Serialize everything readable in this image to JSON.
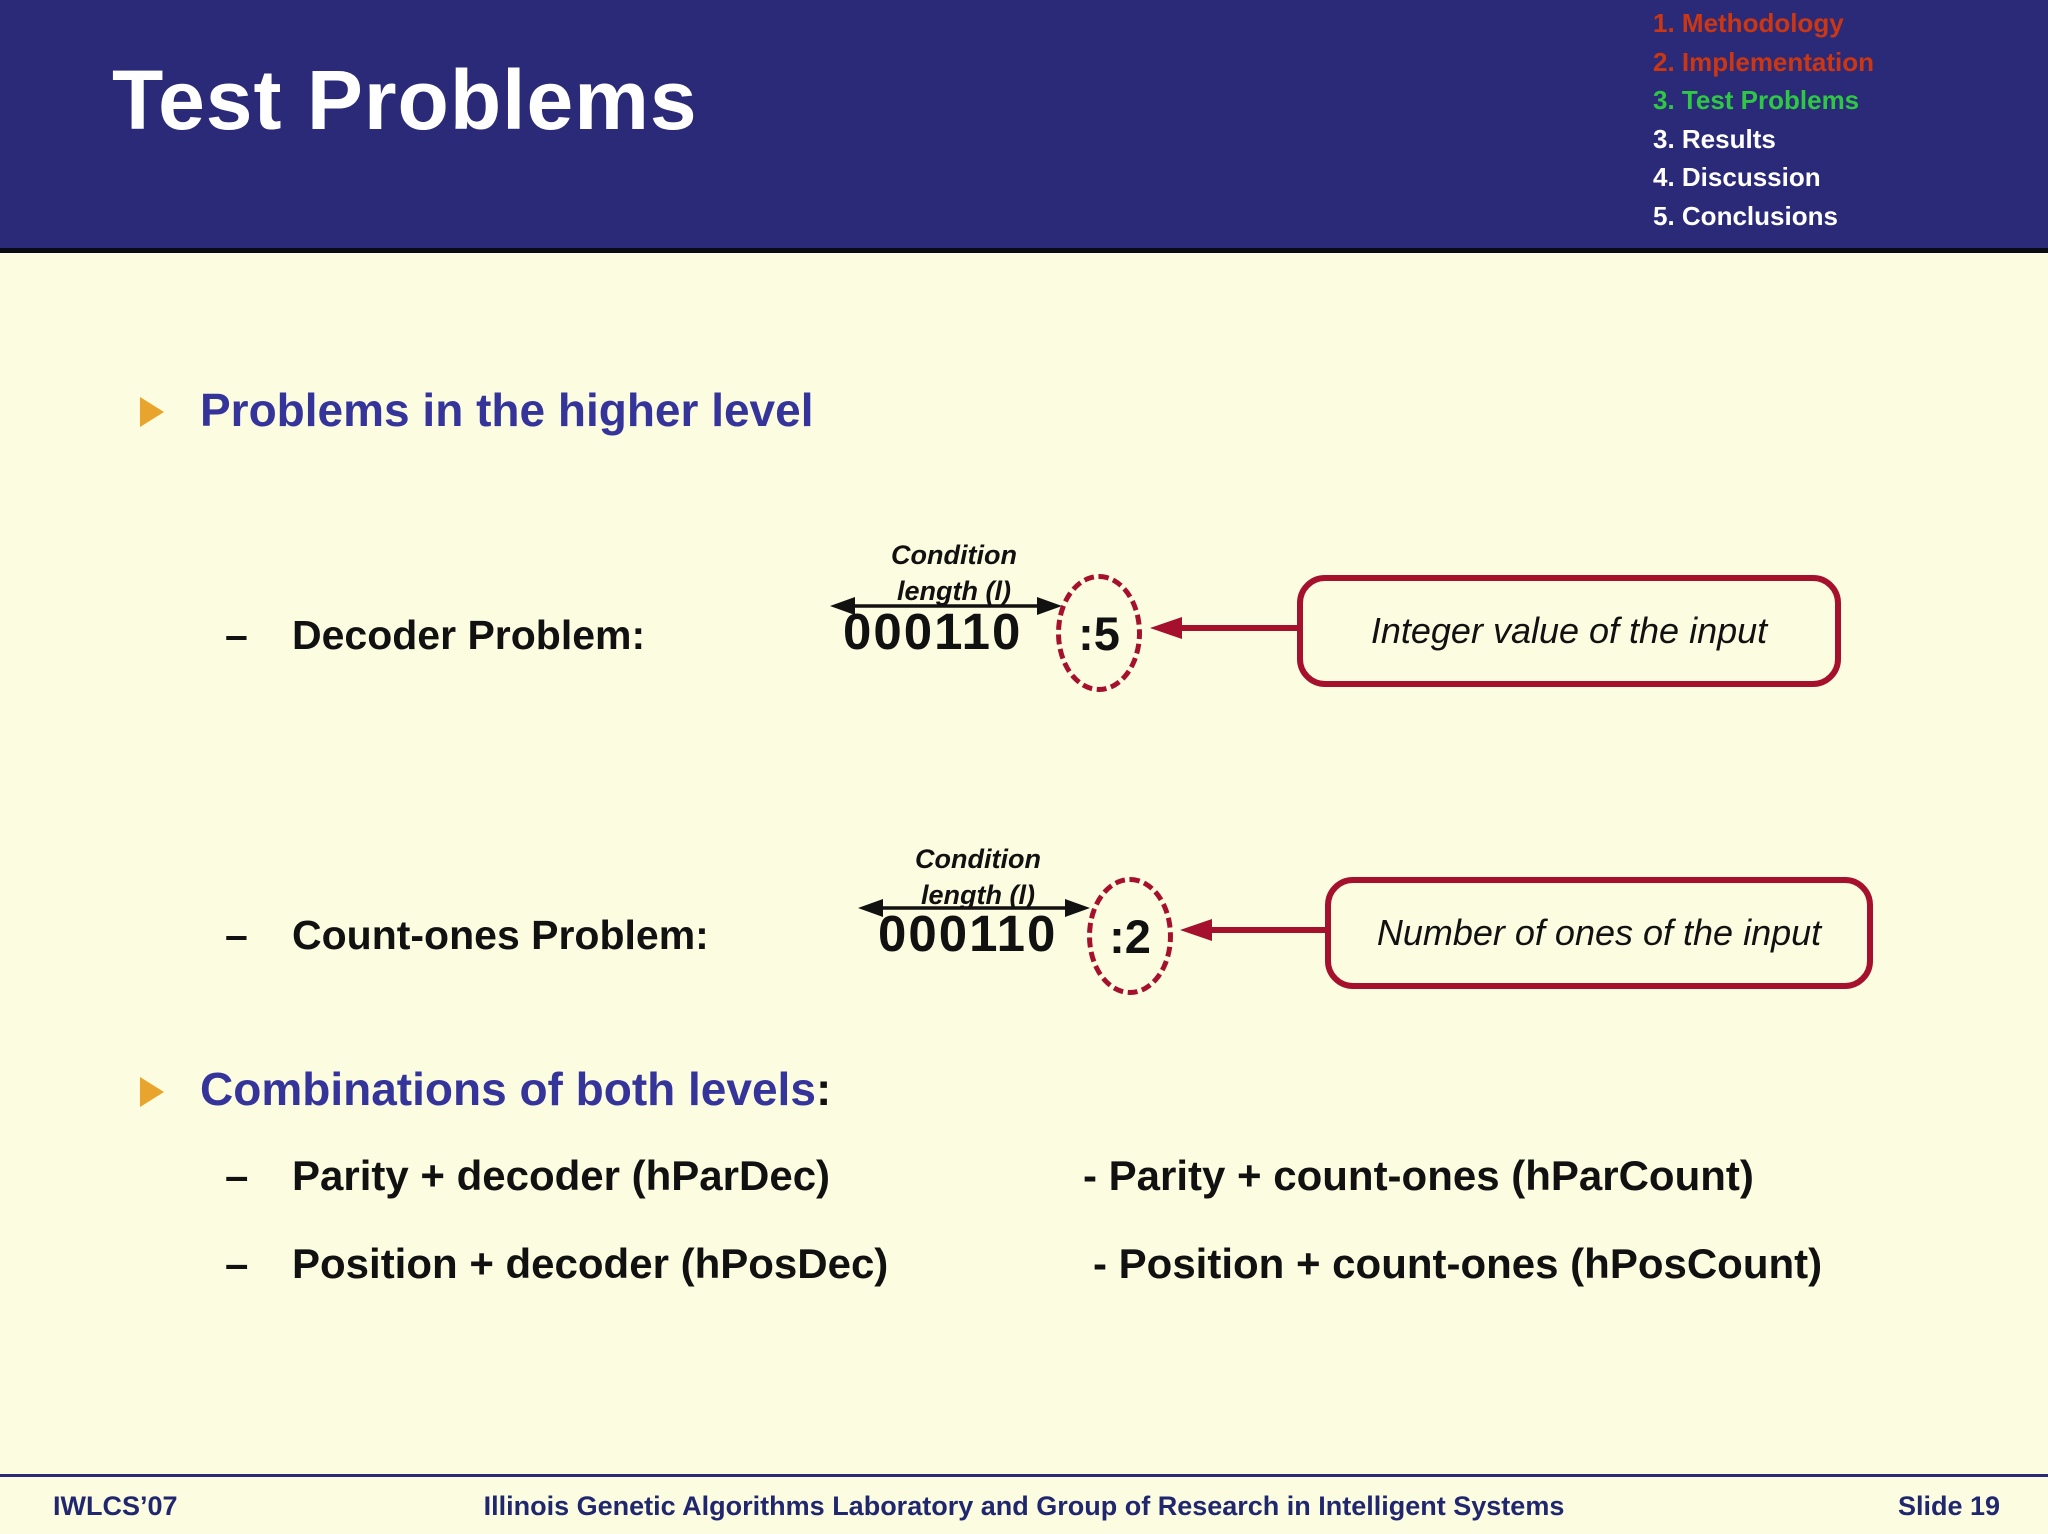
{
  "slide": {
    "header": {
      "title": "Test Problems"
    },
    "nav": {
      "items": [
        {
          "label": "1. Methodology",
          "state": "done"
        },
        {
          "label": "2. Implementation",
          "state": "done"
        },
        {
          "label": "3. Test Problems",
          "state": "active"
        },
        {
          "label": "3. Results",
          "state": "next"
        },
        {
          "label": "4. Discussion",
          "state": "next"
        },
        {
          "label": "5. Conclusions",
          "state": "next"
        }
      ]
    },
    "sections": {
      "higher_level": {
        "heading": "Problems in the higher level"
      },
      "combinations": {
        "heading": "Combinations of both levels",
        "colon": ":"
      }
    },
    "problems": [
      {
        "dash": "–",
        "label": "Decoder Problem:",
        "condition_top": "Condition",
        "condition_bottom": "length (l)",
        "bits": "000110",
        "value": ":5",
        "callout": "Integer value of the input"
      },
      {
        "dash": "–",
        "label": "Count-ones Problem:",
        "condition_top": "Condition",
        "condition_bottom": "length (l)",
        "bits": "000110",
        "value": ":2",
        "callout": "Number of ones of the input"
      }
    ],
    "combination_rows": [
      {
        "dash": "–",
        "left": "Parity + decoder (hParDec)",
        "right": "- Parity + count-ones (hParCount)"
      },
      {
        "dash": "–",
        "left": "Position + decoder (hPosDec)",
        "right": "- Position + count-ones (hPosCount)"
      }
    ],
    "footer": {
      "left": "IWLCS’07",
      "center": "Illinois Genetic Algorithms Laboratory and Group of Research in Intelligent Systems",
      "right": "Slide 19"
    },
    "colors": {
      "header_bg": "#2B2A78",
      "body_bg": "#FCFCE1",
      "title_white": "#FFFFFF",
      "heading_blue": "#35349B",
      "bullet_orange": "#E8A42D",
      "nav_done_red": "#CC3712",
      "nav_active_green": "#2FC845",
      "nav_next_white": "#FFFFFF",
      "accent_crimson": "#A5102C",
      "text_black": "#111111",
      "footer_navy": "#20276E"
    }
  }
}
